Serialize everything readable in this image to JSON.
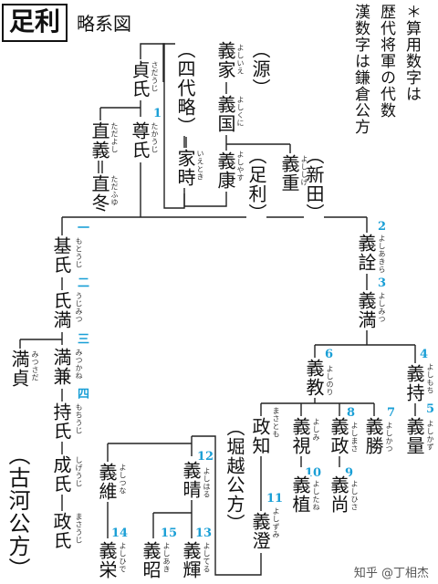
{
  "header": {
    "title": "足利",
    "subtitle": "略系図"
  },
  "notes": [
    "＊算用数字は",
    "歴代将軍の代数",
    "漢数字は鎌倉公方"
  ],
  "branches": {
    "minamoto": "（源）",
    "yondairyaku": "（四代略）",
    "nitta": "（新田）",
    "ashikaga": "（足利）",
    "horigoe": "（堀越公方）",
    "koga": "（古河公方）"
  },
  "people": {
    "yoshiie": {
      "name": "義家",
      "reading": "よしいえ"
    },
    "yoshikuni": {
      "name": "義国",
      "reading": "よしくに"
    },
    "yoshiyasu": {
      "name": "義康",
      "reading": "よしやす"
    },
    "yoshishige": {
      "name": "義重",
      "reading": "よししげ"
    },
    "ietoki": {
      "name": "家時",
      "reading": "いえとき"
    },
    "sadauji": {
      "name": "貞氏",
      "reading": "さだうじ"
    },
    "takauji": {
      "name": "尊氏",
      "reading": "たかうじ",
      "num": "1"
    },
    "tadayoshi": {
      "name": "直義",
      "reading": "ただよし"
    },
    "tadafuyu": {
      "name": "直冬",
      "reading": "ただふゆ"
    },
    "motouji": {
      "name": "基氏",
      "reading": "もとうじ",
      "num": "一"
    },
    "ujimitsu": {
      "name": "氏満",
      "reading": "うじみつ",
      "num": "二"
    },
    "mitsusada": {
      "name": "満貞",
      "reading": "みつさだ"
    },
    "mitsukane": {
      "name": "満兼",
      "reading": "みつかね",
      "num": "三"
    },
    "mochiuji": {
      "name": "持氏",
      "reading": "もちうじ",
      "num": "四"
    },
    "shigeuji": {
      "name": "成氏",
      "reading": "しげうじ"
    },
    "masauji": {
      "name": "政氏",
      "reading": "まさうじ"
    },
    "yoshiakira": {
      "name": "義詮",
      "reading": "よしあきら",
      "num": "2"
    },
    "yoshimitsu": {
      "name": "義満",
      "reading": "よしみつ",
      "num": "3"
    },
    "yoshinori": {
      "name": "義教",
      "reading": "よしのり",
      "num": "6"
    },
    "yoshimochi": {
      "name": "義持",
      "reading": "よしもち",
      "num": "4"
    },
    "yoshikazu": {
      "name": "義量",
      "reading": "よしかず",
      "num": "5"
    },
    "masatomo": {
      "name": "政知",
      "reading": "まさとも"
    },
    "yoshimi": {
      "name": "義視",
      "reading": "よしみ"
    },
    "yoshimasa": {
      "name": "義政",
      "reading": "よしまさ",
      "num": "8"
    },
    "yoshikatsu": {
      "name": "義勝",
      "reading": "よしかつ",
      "num": "7"
    },
    "yoshitane": {
      "name": "義植",
      "reading": "よしたね",
      "num": "10"
    },
    "yoshihisa": {
      "name": "義尚",
      "reading": "よしひさ",
      "num": "9"
    },
    "yoshizumi": {
      "name": "義澄",
      "reading": "よしずみ",
      "num": "11"
    },
    "yoshiharu": {
      "name": "義晴",
      "reading": "よしはる",
      "num": "12"
    },
    "yoshitsuna": {
      "name": "義維",
      "reading": "よしつな"
    },
    "yoshihide": {
      "name": "義栄",
      "reading": "よしひで",
      "num": "14"
    },
    "yoshiaki": {
      "name": "義昭",
      "reading": "よしあき",
      "num": "15"
    },
    "yoshiteru": {
      "name": "義輝",
      "reading": "よしてる",
      "num": "13"
    }
  },
  "watermark": "知乎 @丁相杰",
  "colors": {
    "ink": "#111111",
    "number": "#1a9fd6"
  }
}
